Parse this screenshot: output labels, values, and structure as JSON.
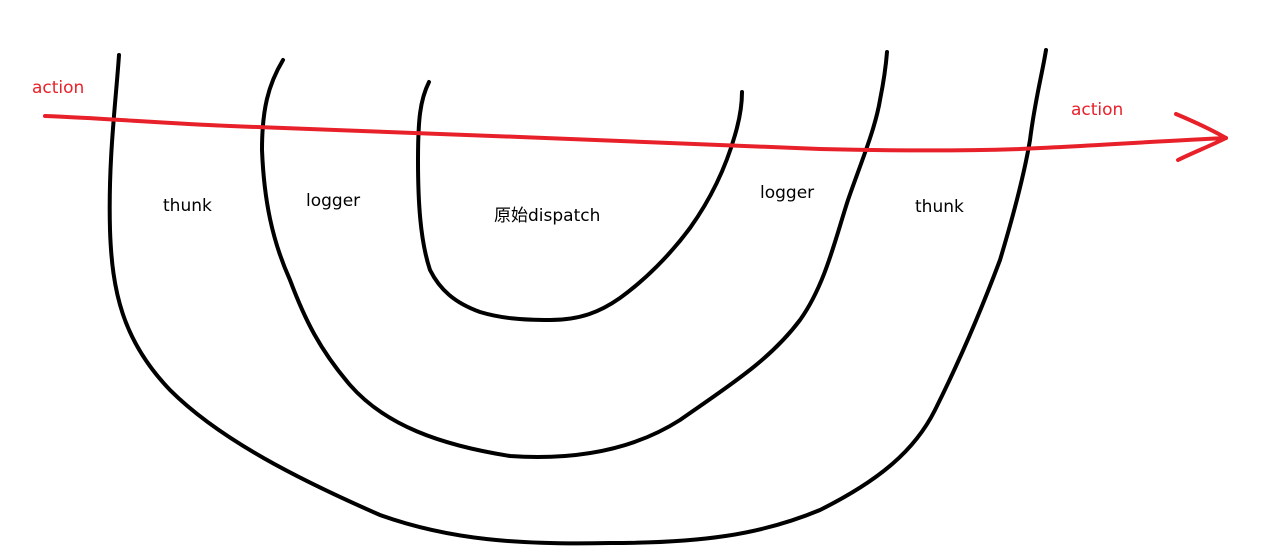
{
  "labels": {
    "action_in": "action",
    "action_out": "action",
    "thunk_in": "thunk",
    "logger_in": "logger",
    "original_dispatch": "原始dispatch",
    "logger_out": "logger",
    "thunk_out": "thunk"
  },
  "colors": {
    "layer_stroke": "#000000",
    "action_arrow": "#e8202a",
    "background": "#ffffff"
  }
}
